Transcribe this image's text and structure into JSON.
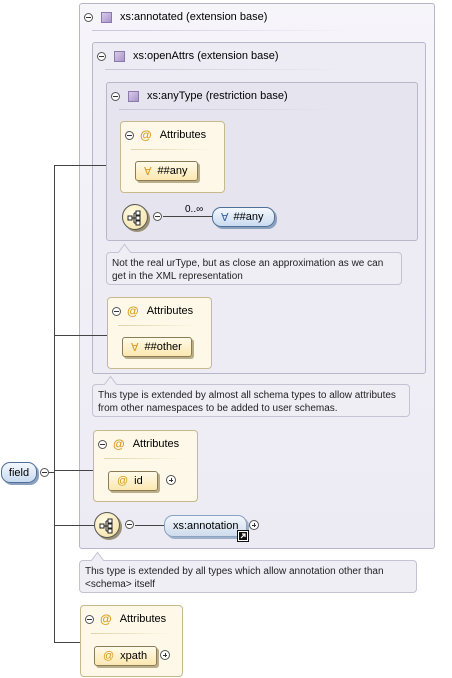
{
  "root": {
    "label": "field"
  },
  "boxes": {
    "annotated": {
      "title": "xs:annotated (extension base)"
    },
    "openAttrs": {
      "title": "xs:openAttrs (extension base)"
    },
    "anyType": {
      "title": "xs:anyType (restriction base)"
    }
  },
  "attributes": {
    "header": "Attributes",
    "anyType_item": "##any",
    "openAttrs_item": "##other",
    "annotated_item": "id",
    "field_item": "xpath"
  },
  "anyType_sequence": {
    "occurrence": "0..∞",
    "element": "##any"
  },
  "annotation_element": "xs:annotation",
  "notes": {
    "anyType": "Not the real urType, but as close an approximation as we can get in the XML representation",
    "openAttrs": "This type is extended by almost all schema types to allow attributes from other namespaces to be added to user schemas.",
    "annotated": "This type is extended by all types which allow annotation other than <schema> itself"
  },
  "icons": {
    "type": "complex-type-icon",
    "attribute": "at-sign-icon",
    "wildcard": "wildcard-icon",
    "sequence": "sequence-icon",
    "reference": "reference-arrow-icon"
  },
  "colors": {
    "type_box_border": "#b9b6c9",
    "attribute_border": "#c8b98d",
    "element_blue": "#c9dbf0",
    "accent_orange": "#d99a1f"
  }
}
